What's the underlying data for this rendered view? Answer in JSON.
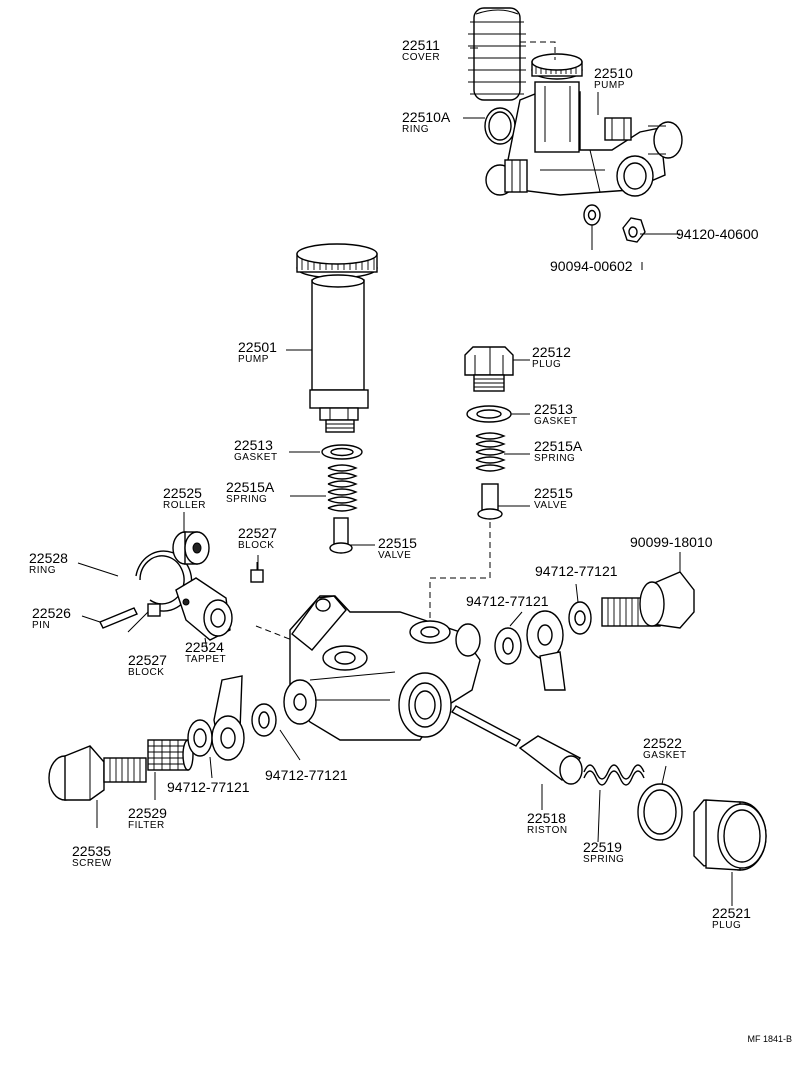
{
  "parts": [
    {
      "id": "p22511",
      "number": "22511",
      "name": "COVER"
    },
    {
      "id": "p22510",
      "number": "22510",
      "name": "PUMP"
    },
    {
      "id": "p22510A",
      "number": "22510A",
      "name": "RING"
    },
    {
      "id": "p94120",
      "number": "94120-40600",
      "name": ""
    },
    {
      "id": "p90094",
      "number": "90094-00602",
      "name": ""
    },
    {
      "id": "p22501",
      "number": "22501",
      "name": "PUMP"
    },
    {
      "id": "p22512",
      "number": "22512",
      "name": "PLUG"
    },
    {
      "id": "p22513b",
      "number": "22513",
      "name": "GASKET"
    },
    {
      "id": "p22515Ab",
      "number": "22515A",
      "name": "SPRING"
    },
    {
      "id": "p22515b",
      "number": "22515",
      "name": "VALVE"
    },
    {
      "id": "p22513a",
      "number": "22513",
      "name": "GASKET"
    },
    {
      "id": "p22515Aa",
      "number": "22515A",
      "name": "SPRING"
    },
    {
      "id": "p22525",
      "number": "22525",
      "name": "ROLLER"
    },
    {
      "id": "p22527a",
      "number": "22527",
      "name": "BLOCK"
    },
    {
      "id": "p22515a",
      "number": "22515",
      "name": "VALVE"
    },
    {
      "id": "p22528",
      "number": "22528",
      "name": "RING"
    },
    {
      "id": "p22526",
      "number": "22526",
      "name": "PIN"
    },
    {
      "id": "p22524",
      "number": "22524",
      "name": "TAPPET"
    },
    {
      "id": "p22527b",
      "number": "22527",
      "name": "BLOCK"
    },
    {
      "id": "p90099",
      "number": "90099-18010",
      "name": ""
    },
    {
      "id": "p94712a",
      "number": "94712-77121",
      "name": ""
    },
    {
      "id": "p94712b",
      "number": "94712-77121",
      "name": ""
    },
    {
      "id": "p94712c",
      "number": "94712-77121",
      "name": ""
    },
    {
      "id": "p94712d",
      "number": "94712-77121",
      "name": ""
    },
    {
      "id": "p22522",
      "number": "22522",
      "name": "GASKET"
    },
    {
      "id": "p22529",
      "number": "22529",
      "name": "FILTER"
    },
    {
      "id": "p22518",
      "number": "22518",
      "name": "RISTON"
    },
    {
      "id": "p22519",
      "number": "22519",
      "name": "SPRING"
    },
    {
      "id": "p22535",
      "number": "22535",
      "name": "SCREW"
    },
    {
      "id": "p22521",
      "number": "22521",
      "name": "PLUG"
    }
  ],
  "drawing_code": "MF 1841-B"
}
